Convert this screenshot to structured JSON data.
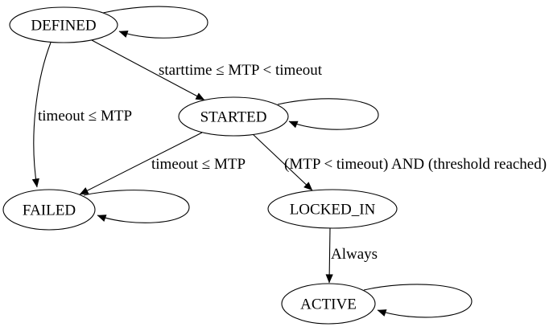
{
  "diagram": {
    "type": "state-machine-graph",
    "colors": {
      "background": "#ffffff",
      "node_fill": "#ffffff",
      "stroke": "#000000",
      "text": "#000000"
    },
    "nodes": [
      {
        "id": "DEFINED",
        "label": "DEFINED",
        "self_loop": true
      },
      {
        "id": "STARTED",
        "label": "STARTED",
        "self_loop": true
      },
      {
        "id": "FAILED",
        "label": "FAILED",
        "self_loop": true
      },
      {
        "id": "LOCKED_IN",
        "label": "LOCKED_IN",
        "self_loop": false
      },
      {
        "id": "ACTIVE",
        "label": "ACTIVE",
        "self_loop": true
      }
    ],
    "edges": [
      {
        "from": "DEFINED",
        "to": "DEFINED",
        "label": ""
      },
      {
        "from": "DEFINED",
        "to": "STARTED",
        "label": "starttime ≤ MTP < timeout"
      },
      {
        "from": "DEFINED",
        "to": "FAILED",
        "label": "timeout ≤ MTP"
      },
      {
        "from": "STARTED",
        "to": "STARTED",
        "label": ""
      },
      {
        "from": "STARTED",
        "to": "FAILED",
        "label": "timeout ≤ MTP"
      },
      {
        "from": "STARTED",
        "to": "LOCKED_IN",
        "label": "(MTP < timeout) AND (threshold reached)"
      },
      {
        "from": "FAILED",
        "to": "FAILED",
        "label": ""
      },
      {
        "from": "LOCKED_IN",
        "to": "ACTIVE",
        "label": "Always"
      },
      {
        "from": "ACTIVE",
        "to": "ACTIVE",
        "label": ""
      }
    ]
  }
}
